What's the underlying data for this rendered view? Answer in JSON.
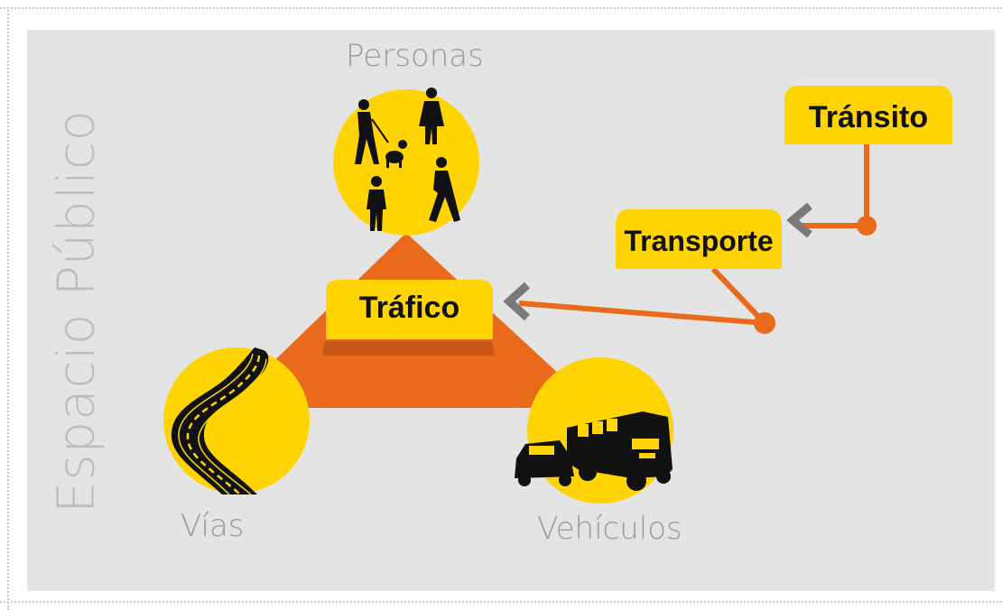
{
  "side_title": "Espacio Público",
  "labels": {
    "personas": "Personas",
    "vias": "Vías",
    "vehiculos": "Vehículos"
  },
  "tags": {
    "trafico": "Tráfico",
    "transporte": "Transporte",
    "transito": "Tránsito"
  },
  "colors": {
    "yellow": "#ffd400",
    "orange": "#ea6a1c",
    "arrow_gray": "#7a7a7a",
    "panel": "#e4e4e4"
  }
}
